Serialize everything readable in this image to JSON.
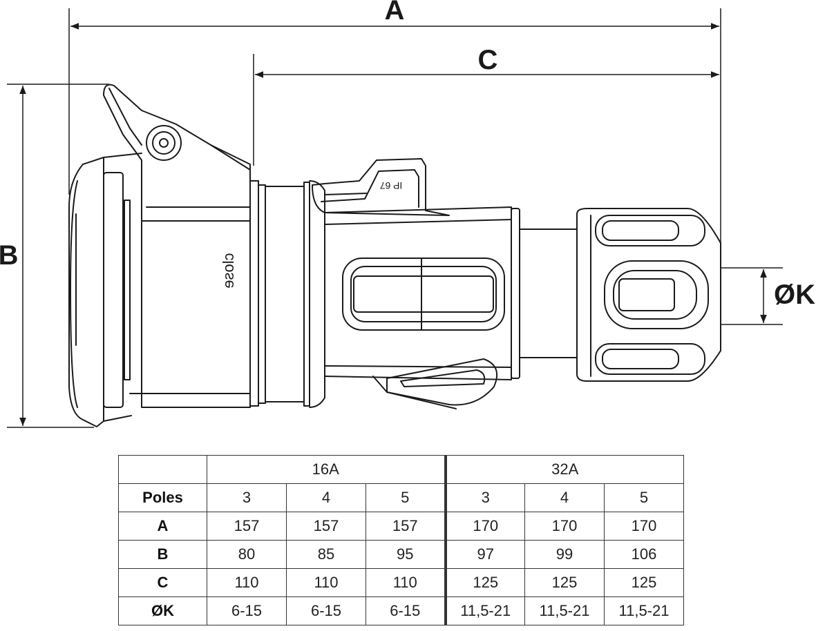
{
  "dimensions": {
    "a": "A",
    "b": "B",
    "c": "C",
    "k": "ØK"
  },
  "product_marks": {
    "close": "close",
    "ip_rating": "IP 67"
  },
  "table": {
    "groups": [
      "16A",
      "32A"
    ],
    "rows": [
      {
        "label": "Poles",
        "values": [
          "3",
          "4",
          "5",
          "3",
          "4",
          "5"
        ]
      },
      {
        "label": "A",
        "values": [
          "157",
          "157",
          "157",
          "170",
          "170",
          "170"
        ]
      },
      {
        "label": "B",
        "values": [
          "80",
          "85",
          "95",
          "97",
          "99",
          "106"
        ]
      },
      {
        "label": "C",
        "values": [
          "110",
          "110",
          "110",
          "125",
          "125",
          "125"
        ]
      },
      {
        "label": "ØK",
        "values": [
          "6-15",
          "6-15",
          "6-15",
          "11,5-21",
          "11,5-21",
          "11,5-21"
        ]
      }
    ]
  },
  "colors": {
    "line": "#1a1a1a",
    "table_border": "#333333"
  }
}
